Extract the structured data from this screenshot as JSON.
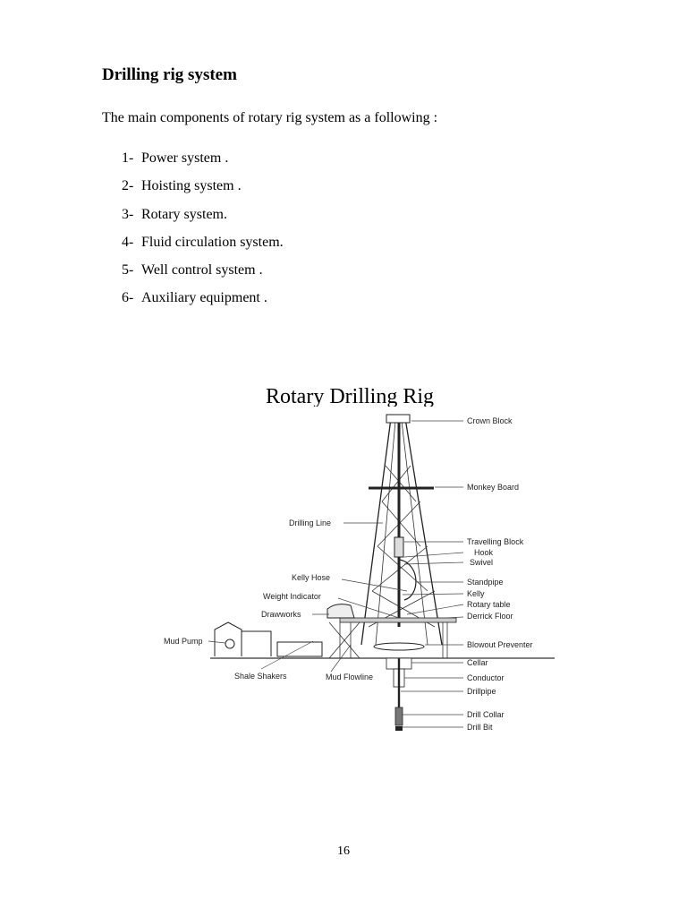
{
  "heading": "Drilling rig system",
  "intro": "The main components of rotary rig system as a following :",
  "components": [
    {
      "num": "1-",
      "text": "Power system ."
    },
    {
      "num": "2-",
      "text": "Hoisting system ."
    },
    {
      "num": "3-",
      "text": "Rotary system."
    },
    {
      "num": "4-",
      "text": "Fluid circulation system."
    },
    {
      "num": "5-",
      "text": "Well control system ."
    },
    {
      "num": "6-",
      "text": "Auxiliary equipment ."
    }
  ],
  "figure": {
    "title": "Rotary Drilling Rig",
    "right_labels": [
      "Crown Block",
      "Monkey Board",
      "Travelling Block",
      "Hook",
      "Swivel",
      "Standpipe",
      "Kelly",
      "Rotary table",
      "Derrick Floor",
      "Blowout Preventer",
      "Cellar",
      "Conductor",
      "Drillpipe",
      "Drill Collar",
      "Drill Bit"
    ],
    "left_labels": [
      "Drilling Line",
      "Kelly Hose",
      "Weight Indicator",
      "Drawworks",
      "Mud Pump",
      "Shale Shakers",
      "Mud Flowline"
    ]
  },
  "page_number": "16"
}
